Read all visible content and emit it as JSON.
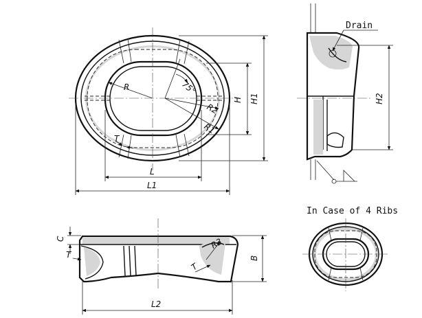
{
  "labels": {
    "drain": "Drain",
    "four_ribs_caption": "In Case of 4 Ribs",
    "top_view": {
      "R": "R",
      "R1": "R1",
      "R2": "R2",
      "angle": "75°",
      "T": "T",
      "H": "H",
      "H1": "H1",
      "L": "L",
      "L1": "L1"
    },
    "side_view": {
      "H2": "H2"
    },
    "front_view": {
      "C": "C",
      "T": "T",
      "R3": "R3",
      "B": "B",
      "L2": "L2"
    }
  }
}
